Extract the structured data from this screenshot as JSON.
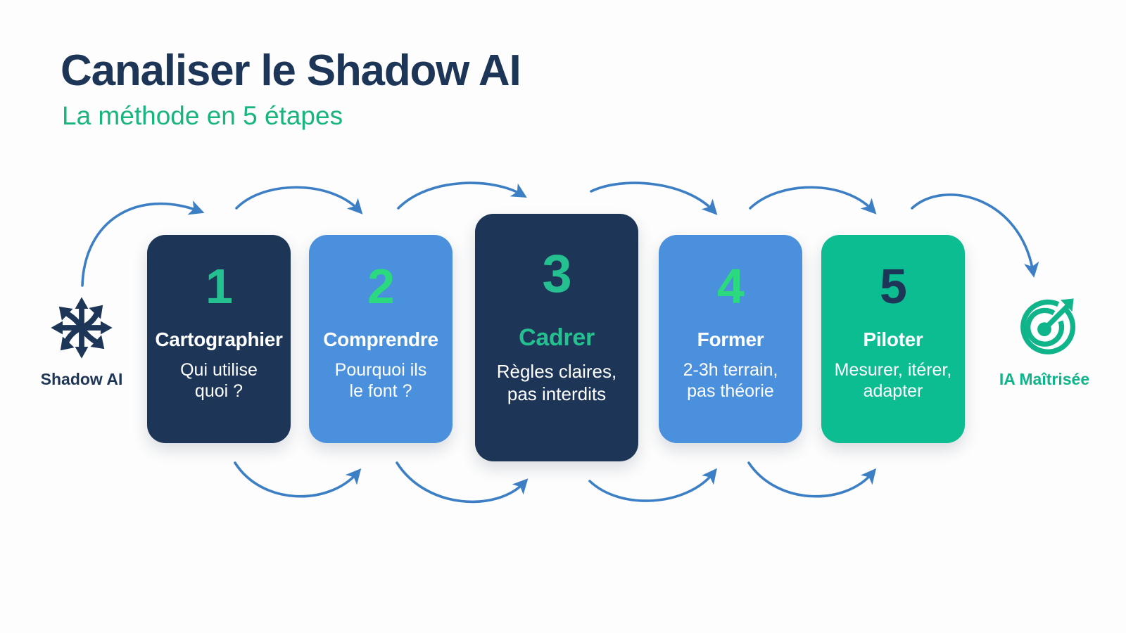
{
  "header": {
    "title": "Canaliser le Shadow AI",
    "subtitle": "La méthode en 5 étapes"
  },
  "colors": {
    "navy": "#1d3557",
    "blue": "#4a90dd",
    "green": "#0bbd91",
    "bright_green": "#2bd97e",
    "teal_green": "#25c08f",
    "subtitle_green": "#18b57f",
    "arrow_blue": "#3d7fc4",
    "white": "#ffffff",
    "background": "#fdfdfd"
  },
  "start_node": {
    "icon": "scatter-arrows-icon",
    "label": "Shadow AI"
  },
  "end_node": {
    "icon": "target-arrow-icon",
    "label": "IA Maîtrisée"
  },
  "steps": [
    {
      "number": "1",
      "title": "Cartographier",
      "description": "Qui utilise quoi ?",
      "desc_line1": "Qui utilise",
      "desc_line2": "quoi ?",
      "card_color": "#1d3557",
      "number_color": "#25c08f",
      "title_color": "#ffffff",
      "highlighted": false
    },
    {
      "number": "2",
      "title": "Comprendre",
      "description": "Pourquoi ils le font ?",
      "desc_line1": "Pourquoi ils",
      "desc_line2": "le font ?",
      "card_color": "#4a90dd",
      "number_color": "#2bd97e",
      "title_color": "#ffffff",
      "highlighted": false
    },
    {
      "number": "3",
      "title": "Cadrer",
      "description": "Règles claires, pas interdits",
      "desc_line1": "Règles claires,",
      "desc_line2": "pas interdits",
      "card_color": "#1d3557",
      "number_color": "#25c08f",
      "title_color": "#25c08f",
      "highlighted": true
    },
    {
      "number": "4",
      "title": "Former",
      "description": "2-3h terrain, pas théorie",
      "desc_line1": "2-3h terrain,",
      "desc_line2": "pas théorie",
      "card_color": "#4a90dd",
      "number_color": "#2bd97e",
      "title_color": "#ffffff",
      "highlighted": false
    },
    {
      "number": "5",
      "title": "Piloter",
      "description": "Mesurer, itérer, adapter",
      "desc_line1": "Mesurer, itérer,",
      "desc_line2": "adapter",
      "card_color": "#0bbd91",
      "number_color": "#1d3557",
      "title_color": "#ffffff",
      "highlighted": false
    }
  ],
  "flow": {
    "top_arrow_count": 6,
    "bottom_arrow_count": 5,
    "direction": "left-to-right",
    "arrow_style": "curved"
  }
}
